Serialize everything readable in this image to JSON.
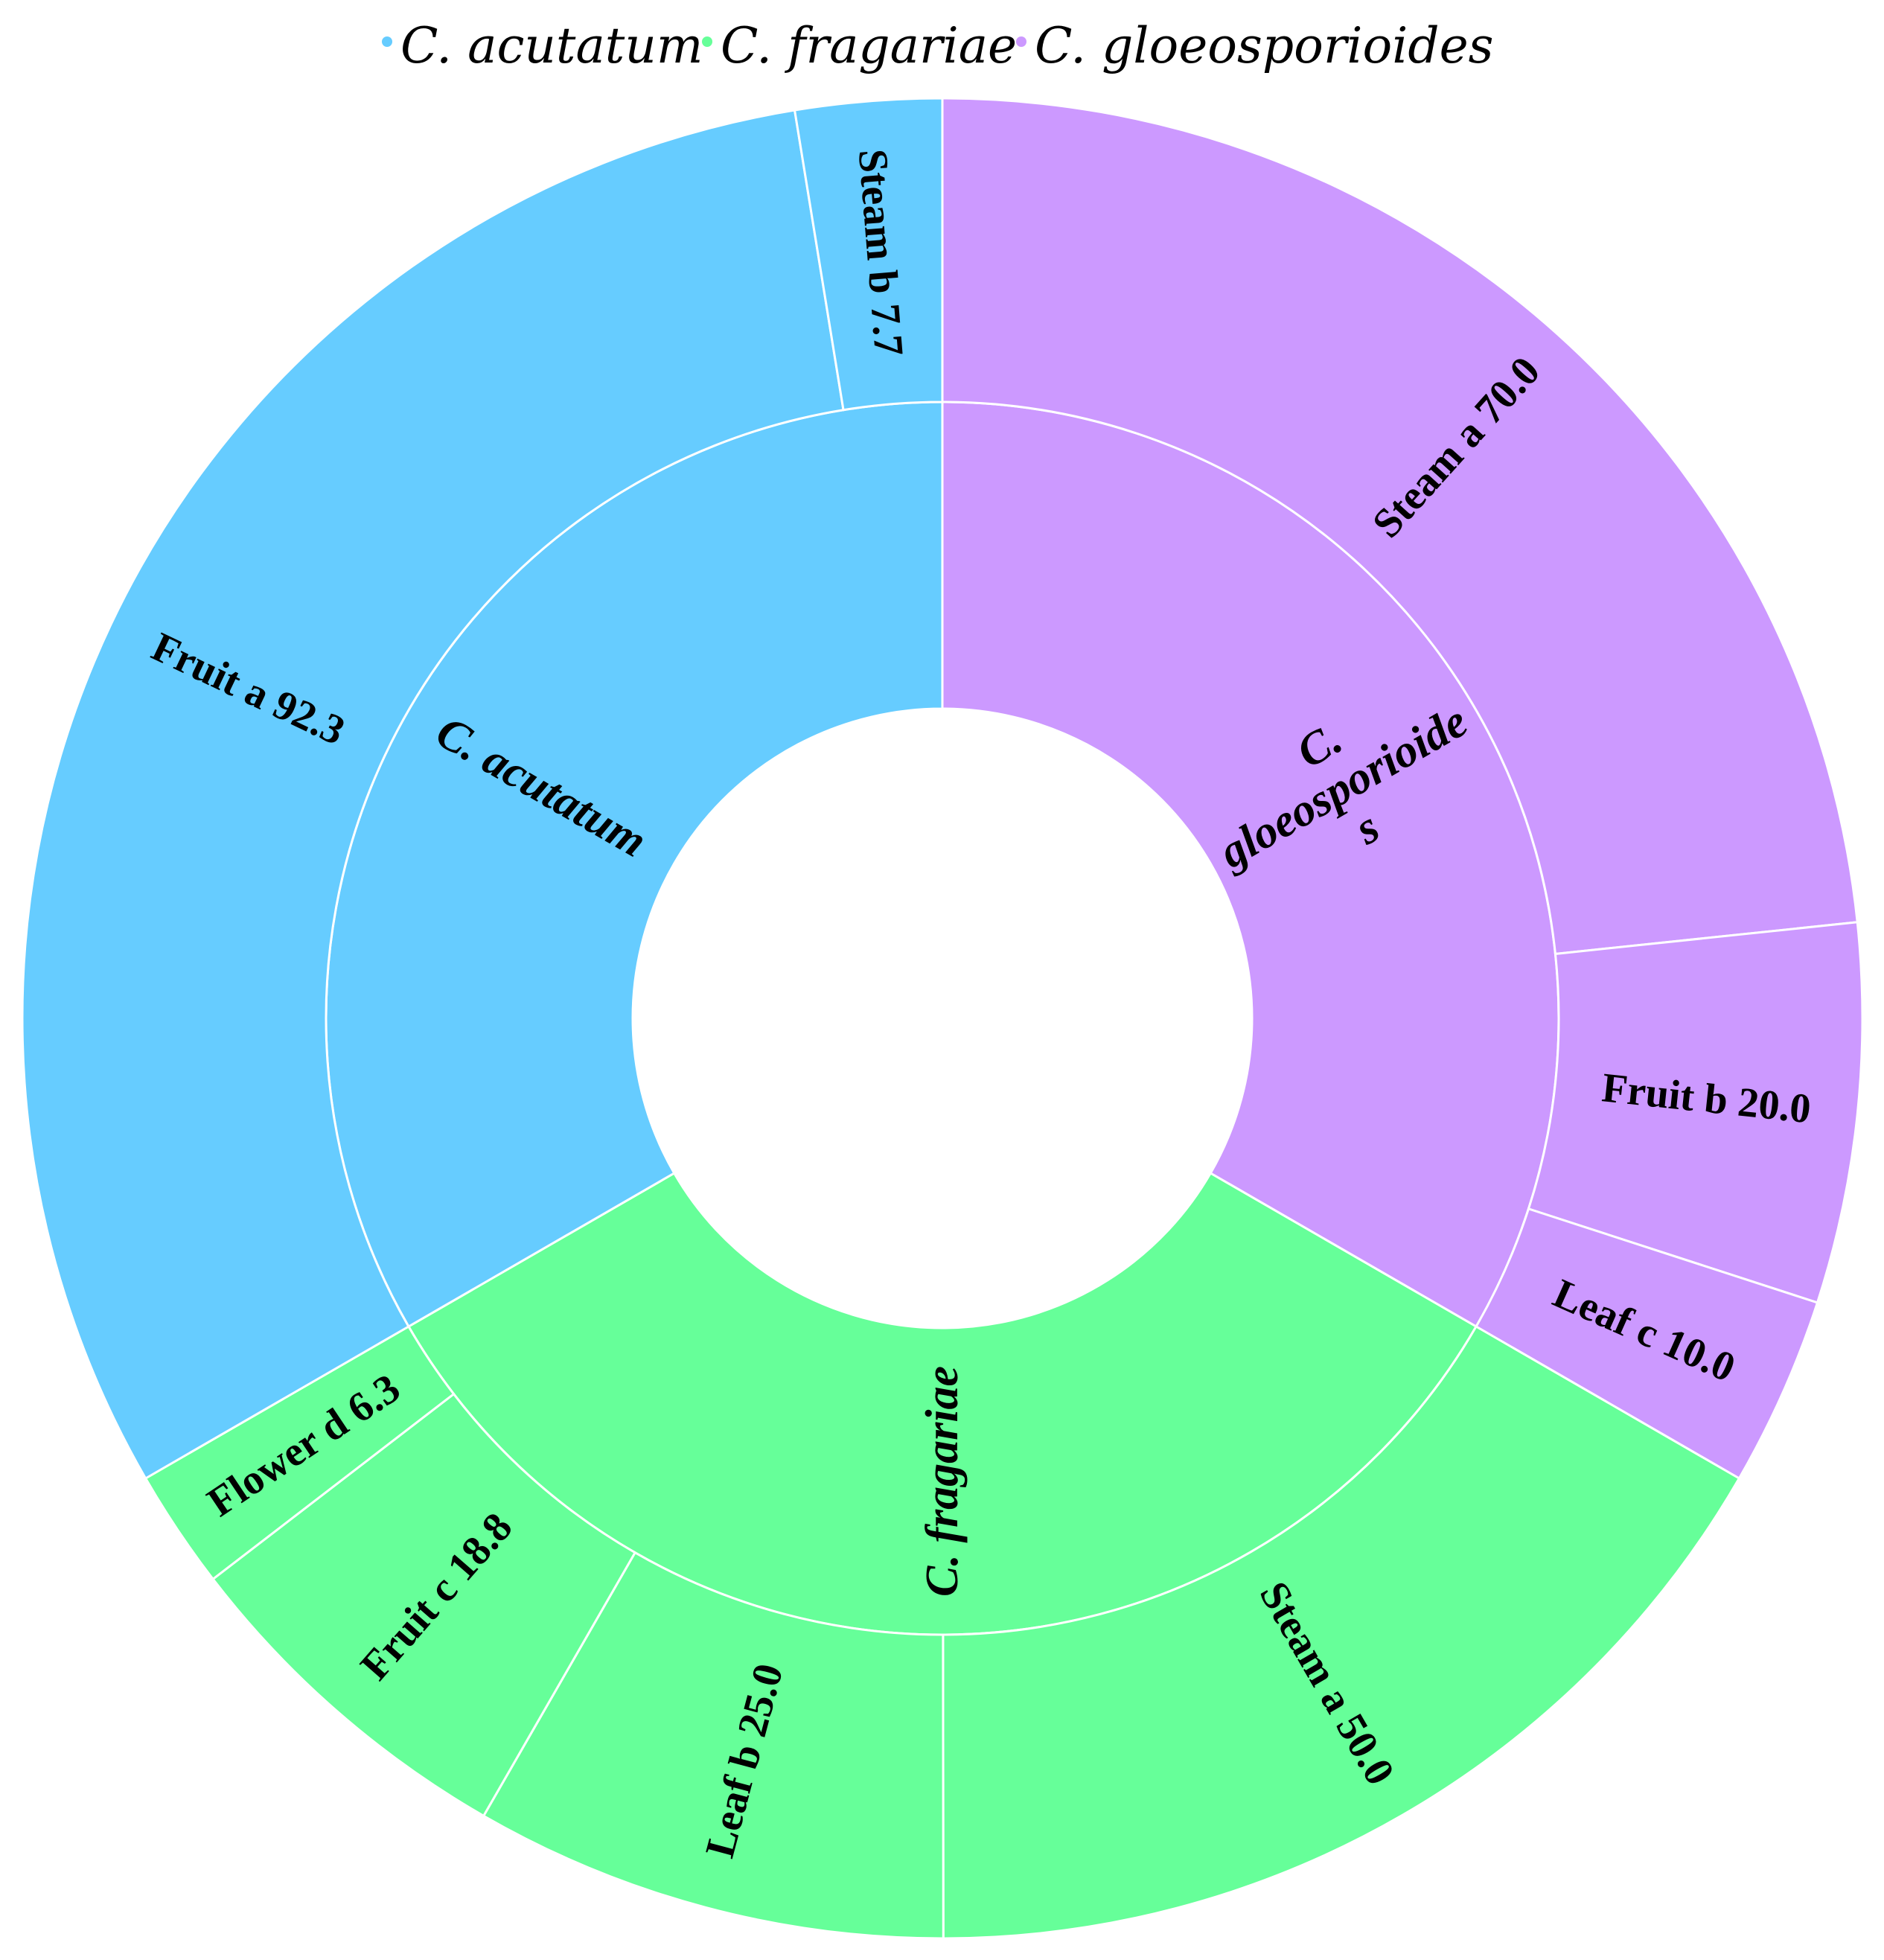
{
  "chart_data": {
    "type": "sunburst",
    "legend": {
      "placement": "top-center",
      "items": [
        {
          "label": "C. acutatum",
          "color": "#66CCFF"
        },
        {
          "label": "C. fragariae",
          "color": "#66FF99"
        },
        {
          "label": "C. gloeosporioides",
          "color": "#CC99FF"
        }
      ]
    },
    "groups": [
      {
        "name": "C. gloeosporioides",
        "label_lines": [
          "C.",
          "gloeosporioide",
          "s"
        ],
        "color": "#CC99FF",
        "weight": 1,
        "children": [
          {
            "label": "Steam a 70.0",
            "value": 70.0
          },
          {
            "label": "Fruit b 20.0",
            "value": 20.0
          },
          {
            "label": "Leaf c 10.0",
            "value": 10.0
          }
        ]
      },
      {
        "name": "C. fragariae",
        "label_lines": [
          "C. fragariae"
        ],
        "color": "#66FF99",
        "weight": 1,
        "children": [
          {
            "label": "Steam a 50.0",
            "value": 50.0
          },
          {
            "label": "Leaf b 25.0",
            "value": 25.0
          },
          {
            "label": "Fruit c 18.8",
            "value": 18.8
          },
          {
            "label": "Flower d 6.3",
            "value": 6.3
          }
        ]
      },
      {
        "name": "C. acutatum",
        "label_lines": [
          "C. acutatum"
        ],
        "color": "#66CCFF",
        "weight": 1,
        "children": [
          {
            "label": "Fruit a 92.3",
            "value": 92.3
          },
          {
            "label": "Steam b 7.7",
            "value": 7.7
          }
        ]
      }
    ]
  }
}
